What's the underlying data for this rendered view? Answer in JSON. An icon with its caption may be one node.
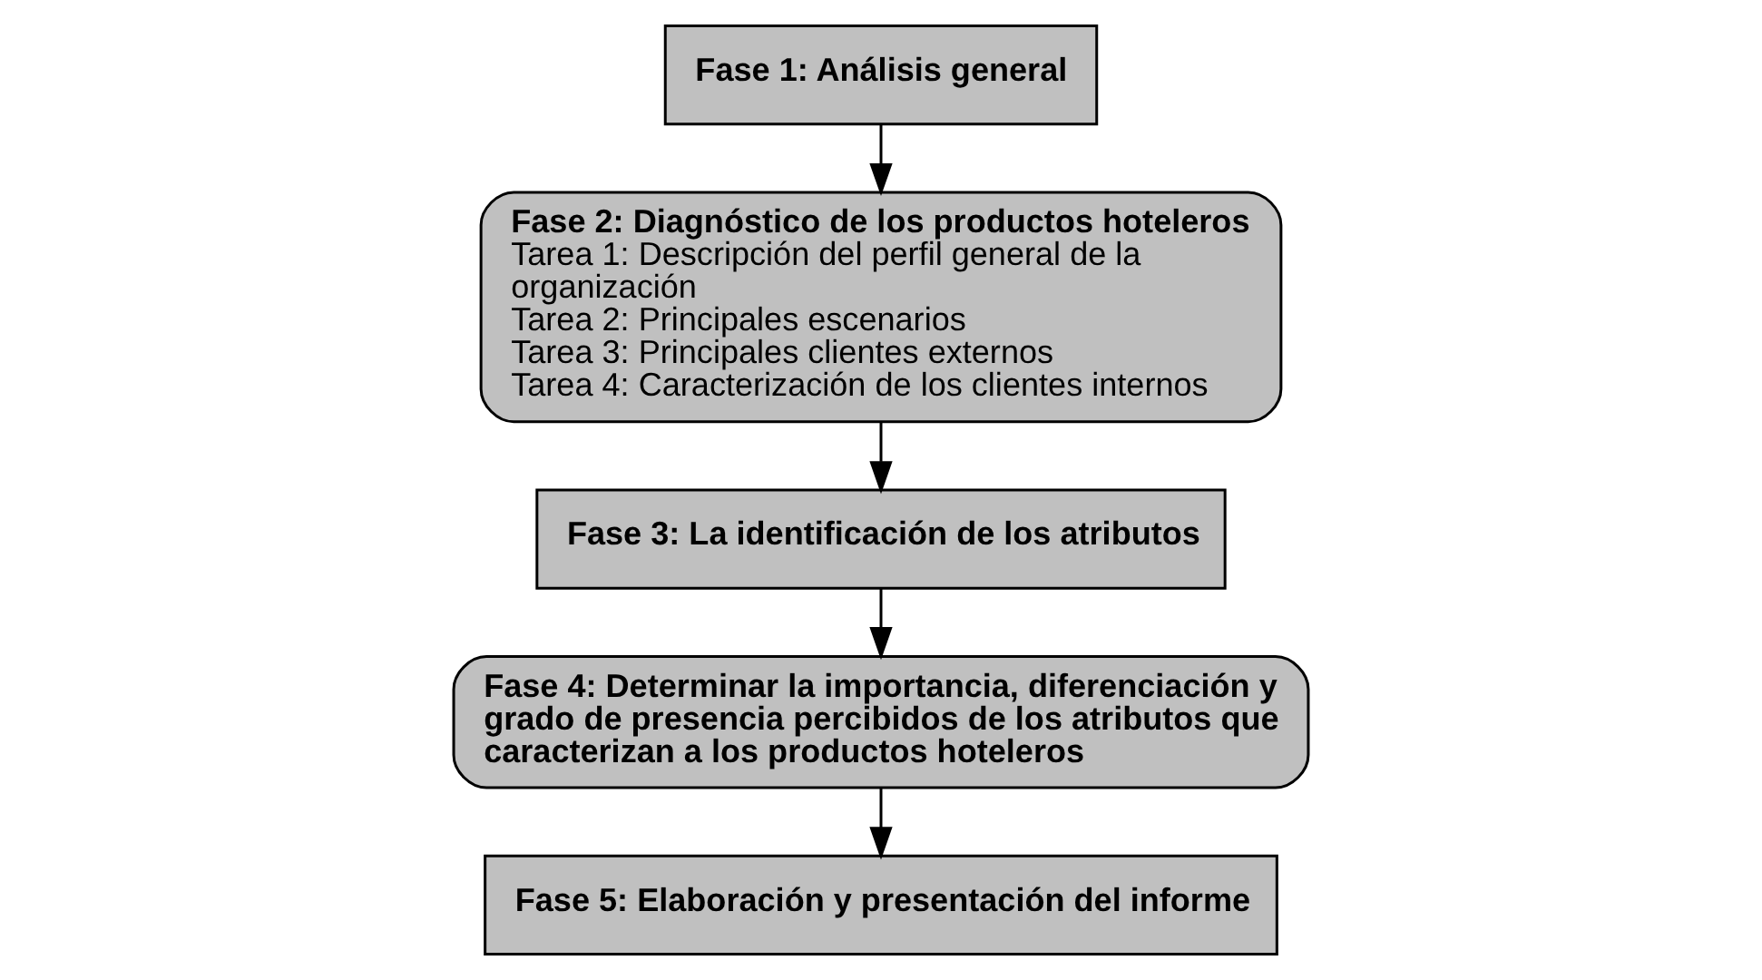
{
  "diagram": {
    "nodes": [
      {
        "text": [
          "Fase 1: Análisis general"
        ]
      },
      {
        "text": [
          "Fase 2: Diagnóstico de los productos hoteleros",
          "Tarea 1: Descripción del perfil general de la organización",
          "Tarea 2: Principales escenarios",
          "Tarea 3: Principales clientes externos",
          "Tarea 4: Caracterización de los clientes internos"
        ]
      },
      {
        "text": [
          "Fase 3: La identificación de los atributos"
        ]
      },
      {
        "text": [
          "Fase 4: Determinar la importancia, diferenciación y grado de presencia percibidos de los atributos que caracterizan a los productos hoteleros"
        ]
      },
      {
        "text": [
          "Fase 5: Elaboración y presentación del informe"
        ]
      }
    ],
    "edges": [
      {
        "from": 0,
        "to": 1,
        "arrow": "to"
      },
      {
        "from": 1,
        "to": 2,
        "arrow": "to"
      },
      {
        "from": 2,
        "to": 3,
        "arrow": "to"
      },
      {
        "from": 3,
        "to": 4,
        "arrow": "to"
      }
    ]
  }
}
